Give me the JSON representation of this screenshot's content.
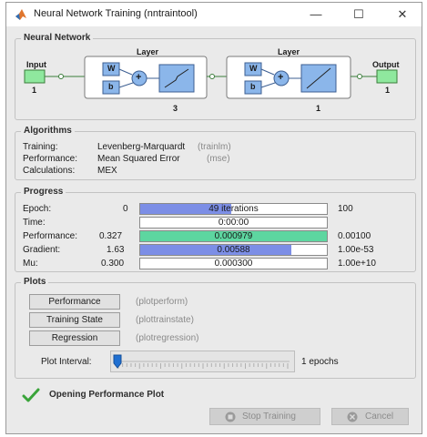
{
  "window": {
    "title": "Neural Network Training (nntraintool)",
    "minimize": "—",
    "maximize": "☐",
    "close": "✕"
  },
  "network": {
    "section_title": "Neural Network",
    "input_label": "Input",
    "input_size": "1",
    "layer1_label": "Layer",
    "layer1_size": "3",
    "layer2_label": "Layer",
    "layer2_size": "1",
    "output_label": "Output",
    "output_size": "1",
    "weight_label": "W",
    "bias_label": "b",
    "sum_symbol": "+"
  },
  "algorithms": {
    "section_title": "Algorithms",
    "rows": [
      {
        "label": "Training:",
        "value": "Levenberg-Marquardt",
        "hint": "(trainlm)"
      },
      {
        "label": "Performance:",
        "value": "Mean Squared Error",
        "hint": "(mse)"
      },
      {
        "label": "Calculations:",
        "value": "MEX",
        "hint": ""
      }
    ]
  },
  "progress": {
    "section_title": "Progress",
    "rows": [
      {
        "label": "Epoch:",
        "start": "0",
        "current": "49 iterations",
        "end": "100",
        "fraction": 0.49,
        "color": "#7c8ee6"
      },
      {
        "label": "Time:",
        "start": "",
        "current": "0:00:00",
        "end": "",
        "fraction": 0,
        "color": "#7c8ee6"
      },
      {
        "label": "Performance:",
        "start": "0.327",
        "current": "0.000979",
        "end": "0.00100",
        "fraction": 1.0,
        "color": "#5dd6a0"
      },
      {
        "label": "Gradient:",
        "start": "1.63",
        "current": "0.00588",
        "end": "1.00e-53",
        "fraction": 0.81,
        "color": "#7c8ee6"
      },
      {
        "label": "Mu:",
        "start": "0.300",
        "current": "0.000300",
        "end": "1.00e+10",
        "fraction": 0,
        "color": "#7c8ee6"
      }
    ]
  },
  "plots": {
    "section_title": "Plots",
    "buttons": [
      {
        "label": "Performance",
        "hint": "(plotperform)"
      },
      {
        "label": "Training State",
        "hint": "(plottrainstate)"
      },
      {
        "label": "Regression",
        "hint": "(plotregression)"
      }
    ],
    "interval_label": "Plot Interval:",
    "interval_value": "1 epochs",
    "interval_fraction": 0.0
  },
  "status": {
    "message": "Opening Performance Plot"
  },
  "actions": {
    "stop_label": "Stop Training",
    "cancel_label": "Cancel"
  },
  "colors": {
    "accent": "#7c8ee6",
    "performance_fill": "#5dd6a0",
    "node_fill": "#8fe89e",
    "block_fill": "#8bb6ea",
    "check": "#3aa43a"
  }
}
